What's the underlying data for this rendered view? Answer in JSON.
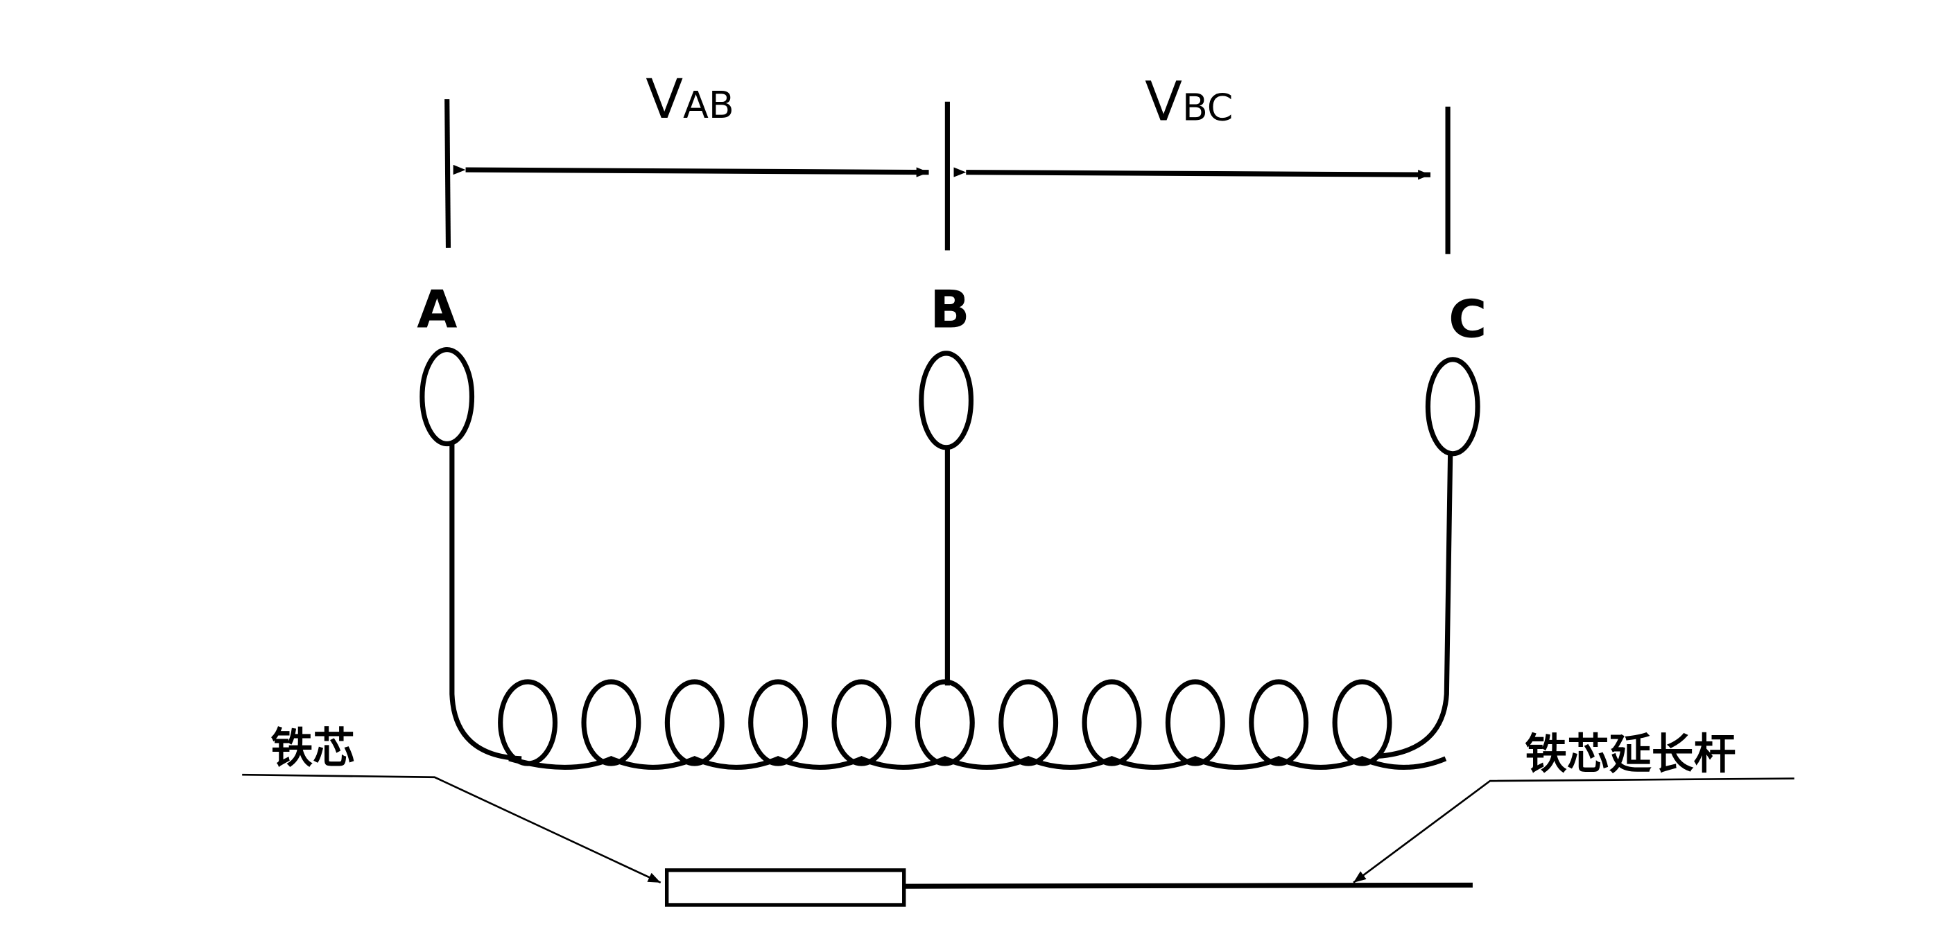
{
  "labels": {
    "v_ab_main": "V",
    "v_ab_sub": "AB",
    "v_bc_main": "V",
    "v_bc_sub": "BC",
    "tap_a": "A",
    "tap_b": "B",
    "tap_c": "C",
    "iron_core": "铁芯",
    "core_extension_rod": "铁芯延长杆"
  },
  "coil": {
    "turns": 11
  },
  "colors": {
    "ink": "#000000",
    "background": "#ffffff"
  }
}
